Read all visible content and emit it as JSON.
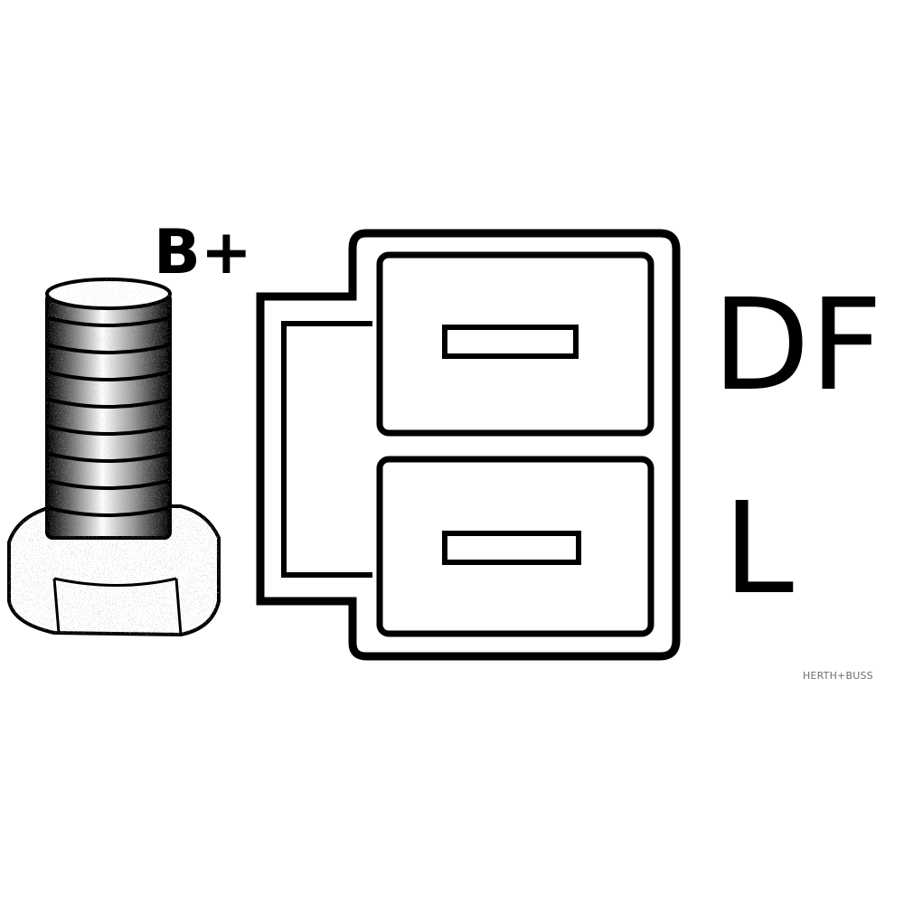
{
  "labels": {
    "battery_terminal": "B+",
    "pin_upper": "DF",
    "pin_lower": "L"
  },
  "watermark": "HERTH+BUSS",
  "colors": {
    "ink": "#000000",
    "background": "#ffffff",
    "watermark": "#6f6f6f"
  }
}
